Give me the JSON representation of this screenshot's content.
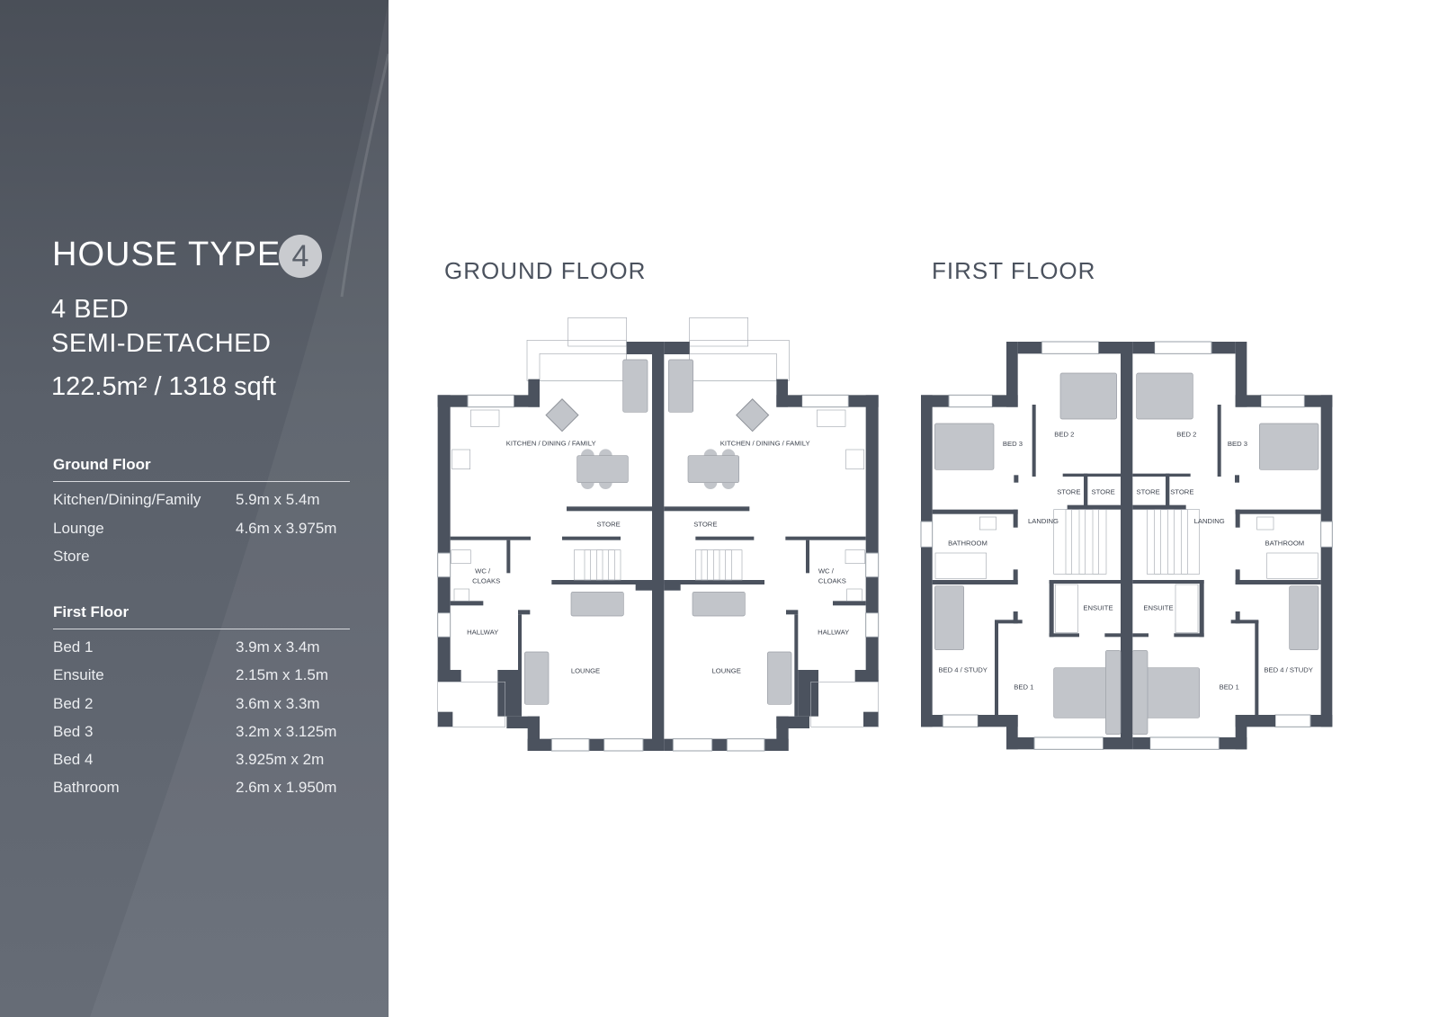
{
  "panel": {
    "title": "HOUSE TYPE",
    "type_number": "4",
    "bedrooms": "4 BED",
    "style": "SEMI-DETACHED",
    "area": "122.5m² / 1318 sqft",
    "ground_floor": {
      "heading": "Ground Floor",
      "rooms": [
        {
          "name": "Kitchen/Dining/Family",
          "size": "5.9m x 5.4m"
        },
        {
          "name": "Lounge",
          "size": "4.6m x 3.975m"
        },
        {
          "name": "Store",
          "size": ""
        }
      ]
    },
    "first_floor": {
      "heading": "First Floor",
      "rooms": [
        {
          "name": "Bed 1",
          "size": "3.9m x 3.4m"
        },
        {
          "name": "Ensuite",
          "size": "2.15m x 1.5m"
        },
        {
          "name": "Bed 2",
          "size": "3.6m x 3.3m"
        },
        {
          "name": "Bed 3",
          "size": "3.2m x 3.125m"
        },
        {
          "name": "Bed 4",
          "size": "3.925m x 2m"
        },
        {
          "name": "Bathroom",
          "size": "2.6m x 1.950m"
        }
      ]
    }
  },
  "plans": {
    "ground": {
      "heading": "GROUND FLOOR",
      "labels": {
        "kitchen": "KITCHEN / DINING / FAMILY",
        "store": "STORE",
        "wc1": "WC /",
        "wc2": "CLOAKS",
        "hallway": "HALLWAY",
        "lounge": "LOUNGE"
      }
    },
    "first": {
      "heading": "FIRST FLOOR",
      "labels": {
        "bed1": "BED 1",
        "bed2": "BED 2",
        "bed3": "BED 3",
        "bed4": "BED 4 / STUDY",
        "store": "STORE",
        "landing": "LANDING",
        "bathroom": "BATHROOM",
        "ensuite": "ENSUITE"
      }
    }
  },
  "colors": {
    "panel": "#5a606a",
    "wall": "#4b525e",
    "furniture": "#c2c5ca"
  }
}
